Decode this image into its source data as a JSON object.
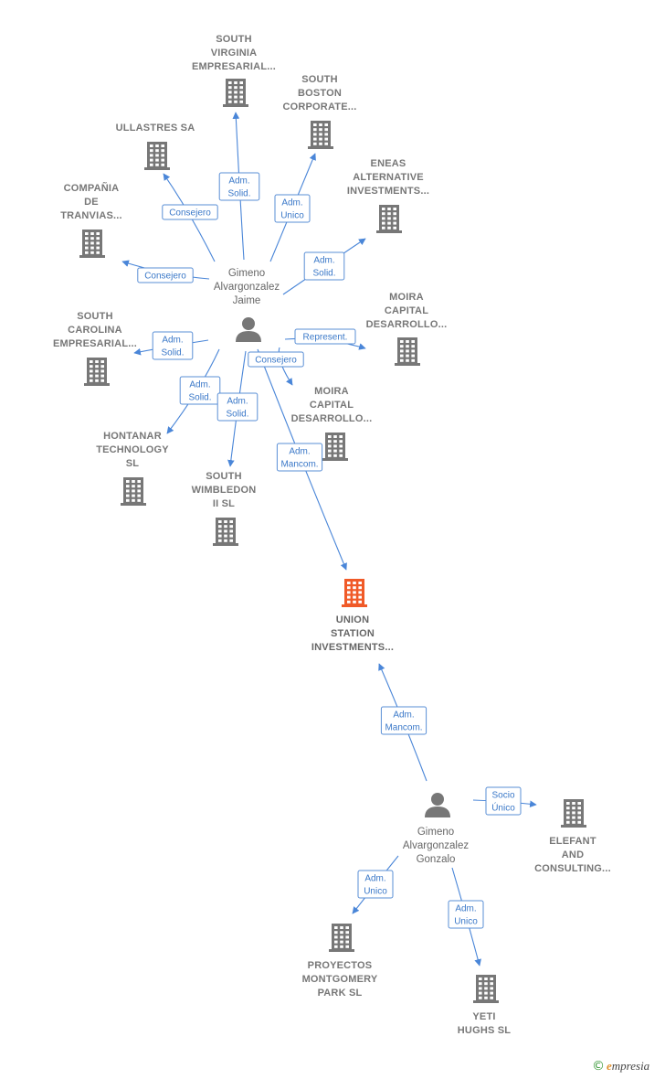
{
  "colors": {
    "company": "#777777",
    "focus": "#f05a28",
    "person": "#777777",
    "edge": "#4a86d8"
  },
  "persons": [
    {
      "id": "jaime",
      "lines": [
        "Gimeno",
        "Alvargonzalez",
        "Jaime"
      ]
    },
    {
      "id": "gonzalo",
      "lines": [
        "Gimeno",
        "Alvargonzalez",
        "Gonzalo"
      ]
    }
  ],
  "companies": [
    {
      "id": "south_virginia",
      "lines": [
        "SOUTH",
        "VIRGINIA",
        "EMPRESARIAL..."
      ]
    },
    {
      "id": "south_boston",
      "lines": [
        "SOUTH",
        "BOSTON",
        "CORPORATE..."
      ]
    },
    {
      "id": "ullastres",
      "lines": [
        "ULLASTRES SA"
      ]
    },
    {
      "id": "eneas",
      "lines": [
        "ENEAS",
        "ALTERNATIVE",
        "INVESTMENTS..."
      ]
    },
    {
      "id": "tranvias",
      "lines": [
        "COMPAÑIA",
        "DE",
        "TRANVIAS..."
      ]
    },
    {
      "id": "moira1",
      "lines": [
        "MOIRA",
        "CAPITAL",
        "DESARROLLO..."
      ]
    },
    {
      "id": "south_carolina",
      "lines": [
        "SOUTH",
        "CAROLINA",
        "EMPRESARIAL..."
      ]
    },
    {
      "id": "moira2",
      "lines": [
        "MOIRA",
        "CAPITAL",
        "DESARROLLO..."
      ]
    },
    {
      "id": "hontanar",
      "lines": [
        "HONTANAR",
        "TECHNOLOGY",
        "SL"
      ]
    },
    {
      "id": "wimbledon",
      "lines": [
        "SOUTH",
        "WIMBLEDON",
        "II  SL"
      ]
    },
    {
      "id": "union",
      "lines": [
        "UNION",
        "STATION",
        "INVESTMENTS..."
      ],
      "focus": true
    },
    {
      "id": "elefant",
      "lines": [
        "ELEFANT",
        "AND",
        "CONSULTING..."
      ]
    },
    {
      "id": "proyectos",
      "lines": [
        "PROYECTOS",
        "MONTGOMERY",
        "PARK  SL"
      ]
    },
    {
      "id": "yeti",
      "lines": [
        "YETI",
        "HUGHS  SL"
      ]
    }
  ],
  "edges": [
    {
      "from": "jaime",
      "to": "south_virginia",
      "label": [
        "Adm.",
        "Solid."
      ]
    },
    {
      "from": "jaime",
      "to": "south_boston",
      "label": [
        "Adm.",
        "Unico"
      ]
    },
    {
      "from": "jaime",
      "to": "ullastres",
      "label": [
        "Consejero"
      ]
    },
    {
      "from": "jaime",
      "to": "eneas",
      "label": [
        "Adm.",
        "Solid."
      ]
    },
    {
      "from": "jaime",
      "to": "tranvias",
      "label": [
        "Consejero"
      ]
    },
    {
      "from": "jaime",
      "to": "moira1",
      "label": [
        "Represent."
      ]
    },
    {
      "from": "jaime",
      "to": "south_carolina",
      "label": [
        "Adm.",
        "Solid."
      ]
    },
    {
      "from": "jaime",
      "to": "moira2",
      "label": [
        "Consejero"
      ]
    },
    {
      "from": "jaime",
      "to": "hontanar",
      "label": [
        "Adm.",
        "Solid."
      ]
    },
    {
      "from": "jaime",
      "to": "wimbledon",
      "label": [
        "Adm.",
        "Solid."
      ]
    },
    {
      "from": "jaime",
      "to": "union",
      "label": [
        "Adm.",
        "Mancom."
      ]
    },
    {
      "from": "gonzalo",
      "to": "union",
      "label": [
        "Adm.",
        "Mancom."
      ]
    },
    {
      "from": "gonzalo",
      "to": "elefant",
      "label": [
        "Socio",
        "Único"
      ]
    },
    {
      "from": "gonzalo",
      "to": "proyectos",
      "label": [
        "Adm.",
        "Unico"
      ]
    },
    {
      "from": "gonzalo",
      "to": "yeti",
      "label": [
        "Adm.",
        "Unico"
      ]
    }
  ],
  "brand": {
    "copyright": "©",
    "name_first": "e",
    "name_rest": "mpresia"
  }
}
